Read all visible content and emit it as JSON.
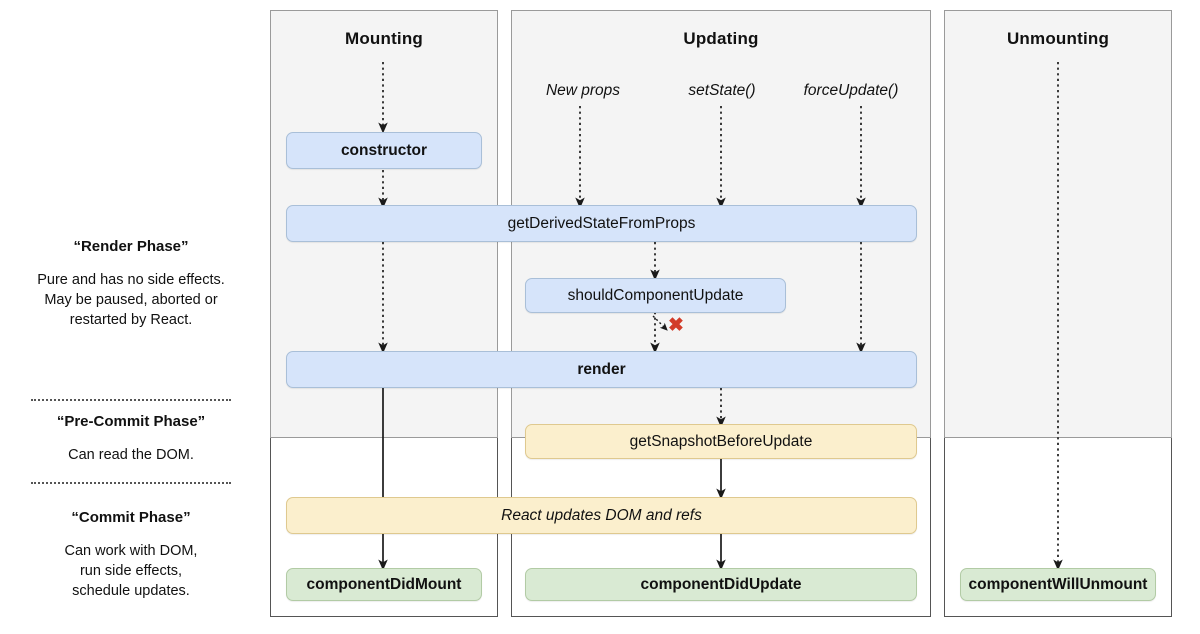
{
  "legend": {
    "phases": [
      {
        "id": "render-phase",
        "title": "“Render Phase”",
        "body": "Pure and has no side effects.\nMay be paused, aborted or\nrestarted by React."
      },
      {
        "id": "pre-commit-phase",
        "title": "“Pre-Commit Phase”",
        "body": "Can read the DOM."
      },
      {
        "id": "commit-phase",
        "title": "“Commit Phase”",
        "body": "Can work with DOM,\nrun side effects,\nschedule updates."
      }
    ]
  },
  "columns": [
    {
      "id": "mounting",
      "title": "Mounting"
    },
    {
      "id": "updating",
      "title": "Updating"
    },
    {
      "id": "unmounting",
      "title": "Unmounting"
    }
  ],
  "triggers": [
    {
      "id": "new-props",
      "label": "New props"
    },
    {
      "id": "set-state",
      "label": "setState()"
    },
    {
      "id": "force-update",
      "label": "forceUpdate()"
    }
  ],
  "nodes": {
    "constructor": "constructor",
    "get_derived_state": "getDerivedStateFromProps",
    "should_component_update": "shouldComponentUpdate",
    "render": "render",
    "get_snapshot": "getSnapshotBeforeUpdate",
    "react_updates": "React updates DOM and refs",
    "component_did_mount": "componentDidMount",
    "component_did_update": "componentDidUpdate",
    "component_will_unmount": "componentWillUnmount"
  },
  "annotations": {
    "skip_update_x": "✖"
  },
  "colors": {
    "blue_fill": "#d6e4fa",
    "blue_border": "#a9bfd8",
    "yellow_fill": "#fbefcd",
    "yellow_border": "#dfc98f",
    "green_fill": "#d9ead3",
    "green_border": "#b2cba5",
    "panel_top_bg": "#f4f4f4",
    "panel_bottom_bg": "#ffffff",
    "x_mark": "#d23b28"
  }
}
